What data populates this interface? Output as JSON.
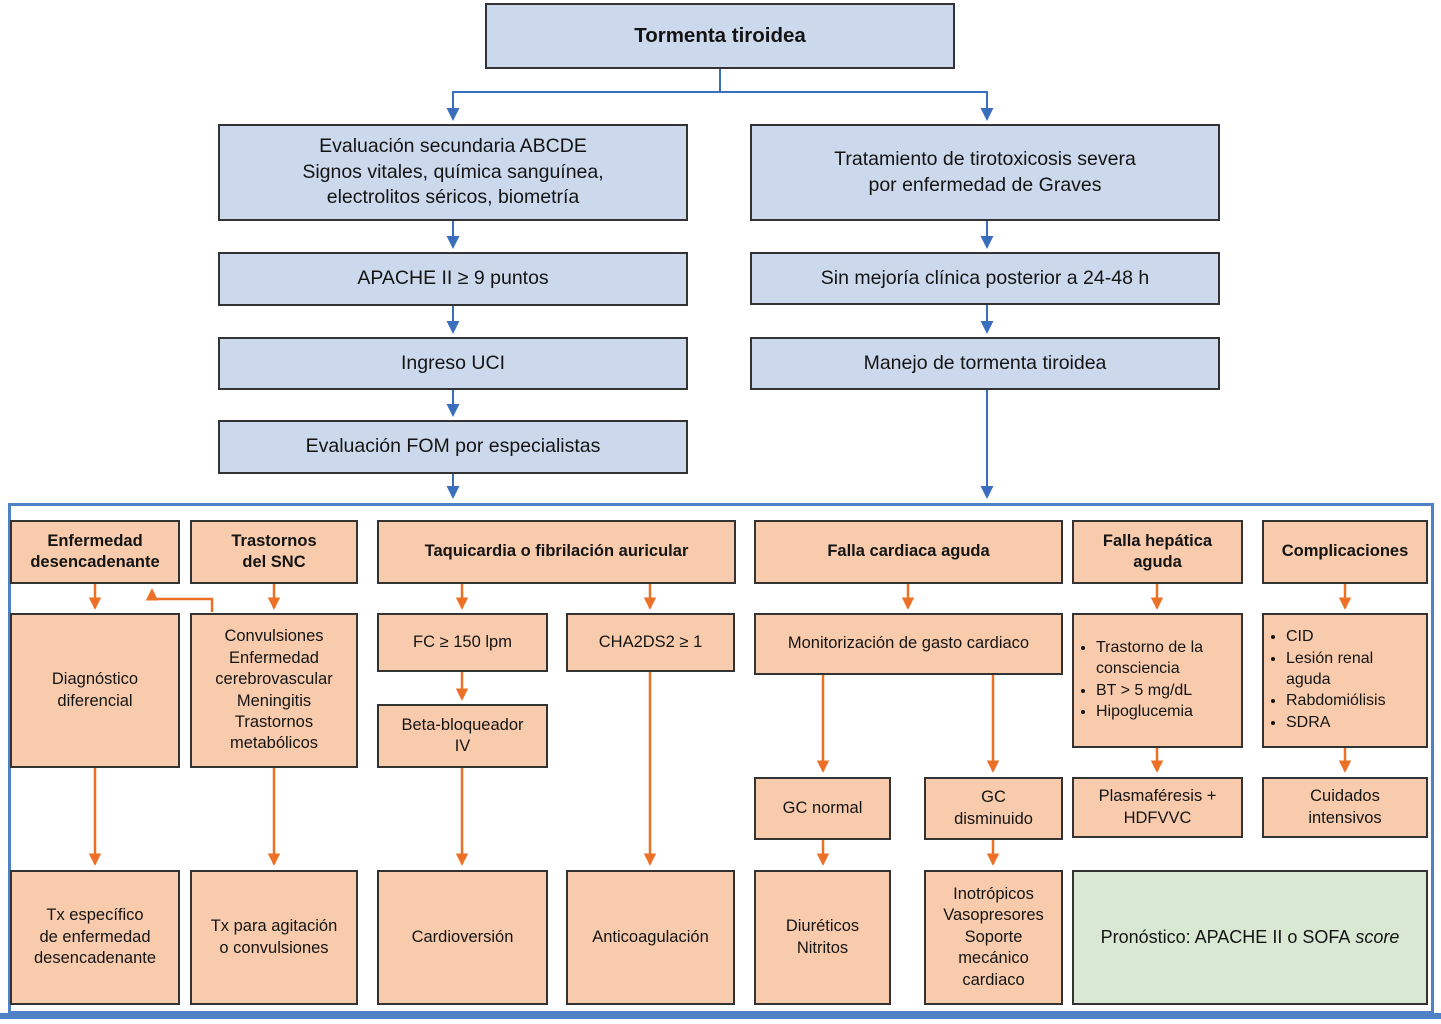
{
  "nodes": {
    "title": "Tormenta tiroidea",
    "evaluation": "Evaluación secundaria ABCDE\nSignos vitales, química sanguínea,\nelectrolitos séricos, biometría",
    "apache": "APACHE II ≥ 9 puntos",
    "icu": "Ingreso UCI",
    "fom": "Evaluación FOM por especialistas",
    "treatment_graves": "Tratamiento de tirotoxicosis severa\npor enfermedad de Graves",
    "no_improvement": "Sin mejoría clínica posterior a 24-48 h",
    "storm_management": "Manejo de tormenta tiroidea"
  },
  "management": {
    "trigger_disease": {
      "header": "Enfermedad\ndesencadenante",
      "differential": "Diagnóstico\ndiferencial",
      "treatment": "Tx específico\nde enfermedad\ndesencadenante"
    },
    "cns_disorders": {
      "header": "Trastornos\ndel SNC",
      "findings": "Convulsiones\nEnfermedad\ncerebrovascular\nMeningitis\nTrastornos\nmetabólicos",
      "treatment": "Tx para agitación\no convulsiones"
    },
    "tachycardia": {
      "header": "Taquicardia o fibrilación auricular",
      "heart_rate": "FC ≥ 150 lpm",
      "beta_blocker": "Beta-bloqueador\nIV",
      "cardioversion": "Cardioversión",
      "chads_score": "CHA2DS2 ≥ 1",
      "anticoagulation": "Anticoagulación"
    },
    "acute_heart_failure": {
      "header": "Falla cardiaca aguda",
      "monitoring": "Monitorización de gasto cardiaco",
      "co_normal": "GC normal",
      "co_decreased": "GC\ndisminuido",
      "diuretics": "Diuréticos\nNitritos",
      "inotropes": "Inotrópicos\nVasopresores\nSoporte\nmecánico\ncardiaco"
    },
    "acute_liver_failure": {
      "header": "Falla hepática\naguda",
      "findings": [
        "Trastorno de la consciencia",
        "BT > 5 mg/dL",
        "Hipoglucemia"
      ],
      "treatment": "Plasmaféresis +\nHDFVVC"
    },
    "complications": {
      "header": "Complicaciones",
      "findings": [
        "CID",
        "Lesión renal aguda",
        "Rabdomiólisis",
        "SDRA"
      ],
      "treatment": "Cuidados\nintensivos"
    },
    "prognosis": {
      "label": "Pronóstico: APACHE II o SOFA",
      "italic_term": "score"
    }
  },
  "colors": {
    "node_blue": "#ccd9ed",
    "node_orange": "#f9cbad",
    "node_green": "#d8e8d2",
    "arrow_blue": "#3a6fbd",
    "arrow_orange": "#ed7027",
    "container_border": "#4f81c7",
    "box_border": "#333333"
  }
}
